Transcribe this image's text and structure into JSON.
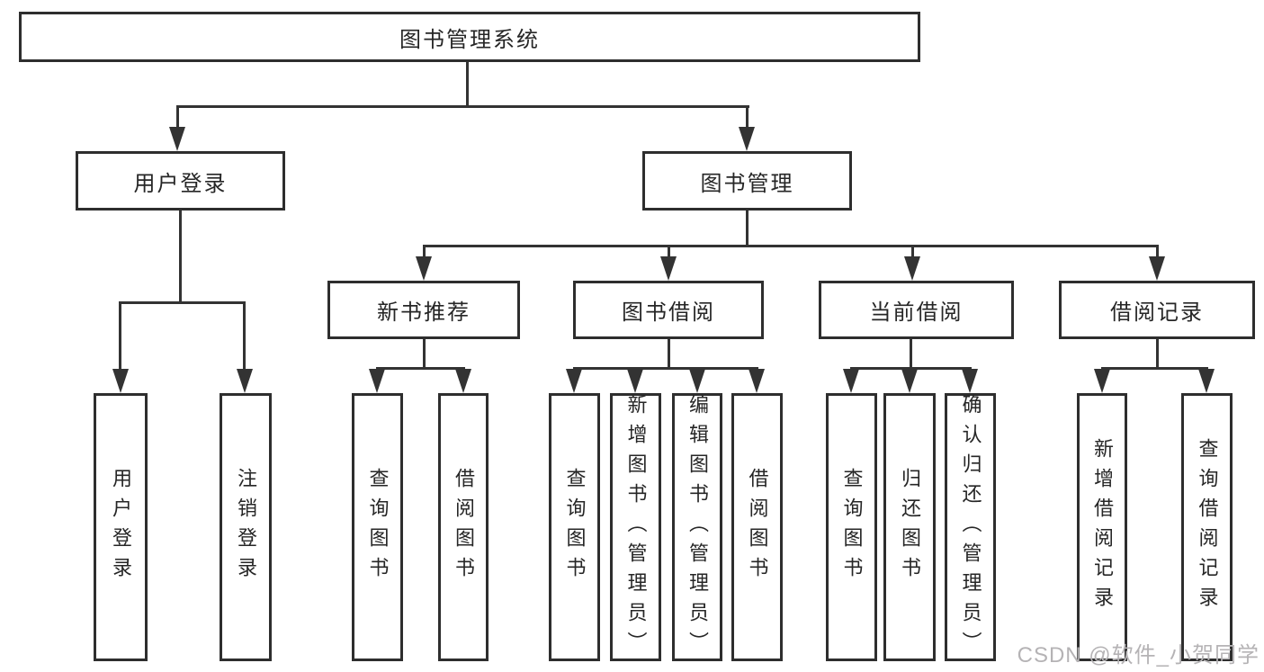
{
  "diagram": {
    "root": {
      "label": "图书管理系统"
    },
    "level2": {
      "userLogin": "用户登录",
      "bookMgmt": "图书管理"
    },
    "level3": {
      "newBookRec": "新书推荐",
      "bookBorrow": "图书借阅",
      "currentBorrow": "当前借阅",
      "borrowRecords": "借阅记录"
    },
    "leaves": {
      "userLogin": "用户登录",
      "logout": "注销登录",
      "nbrQuery": "查询图书",
      "nbrBorrow": "借阅图书",
      "bbQuery": "查询图书",
      "bbAdd": "新增图书（管理员）",
      "bbEdit": "编辑图书（管理员）",
      "bbBorrow": "借阅图书",
      "cbQuery": "查询图书",
      "cbReturn": "归还图书",
      "cbConfirm": "确认归还（管理员）",
      "brAdd": "新增借阅记录",
      "brQuery": "查询借阅记录"
    }
  },
  "watermark": {
    "text": "CSDN @软件_小贺同学"
  },
  "colors": {
    "line": "#333333",
    "border": "#2e2e2e",
    "text": "#262626",
    "watermark": "#b5b3b5",
    "background": "#ffffff"
  }
}
